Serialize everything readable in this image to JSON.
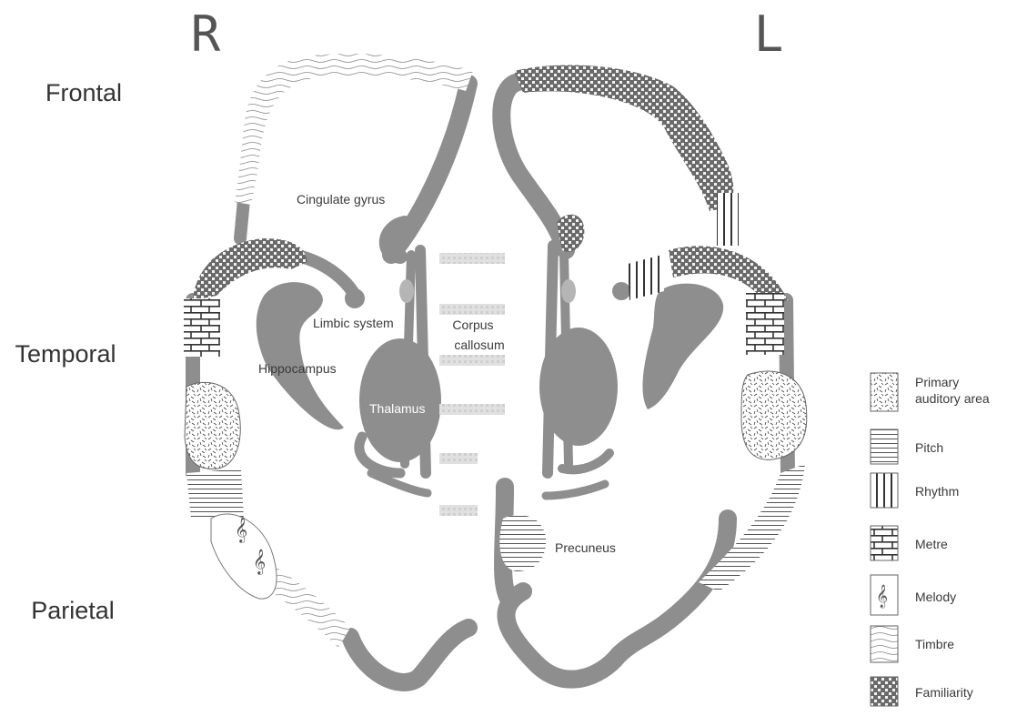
{
  "hemispheres": {
    "right": "R",
    "left": "L"
  },
  "lobes": {
    "frontal": "Frontal",
    "temporal": "Temporal",
    "parietal": "Parietal"
  },
  "structures": {
    "cingulate_gyrus": "Cingulate gyrus",
    "limbic_system": "Limbic system",
    "hippocampus": "Hippocampus",
    "thalamus": "Thalamus",
    "corpus_callosum_line1": "Corpus",
    "corpus_callosum_line2": "callosum",
    "precuneus": "Precuneus"
  },
  "legend": {
    "primary_auditory_line1": "Primary",
    "primary_auditory_line2": "auditory area",
    "pitch": "Pitch",
    "rhythm": "Rhythm",
    "metre": "Metre",
    "melody": "Melody",
    "timbre": "Timbre",
    "familiarity": "Familiarity"
  },
  "colors": {
    "tract": "#8e8e8e",
    "hatch": "#555555",
    "background": "#ffffff"
  },
  "symbols": {
    "melody": "𝄞"
  }
}
